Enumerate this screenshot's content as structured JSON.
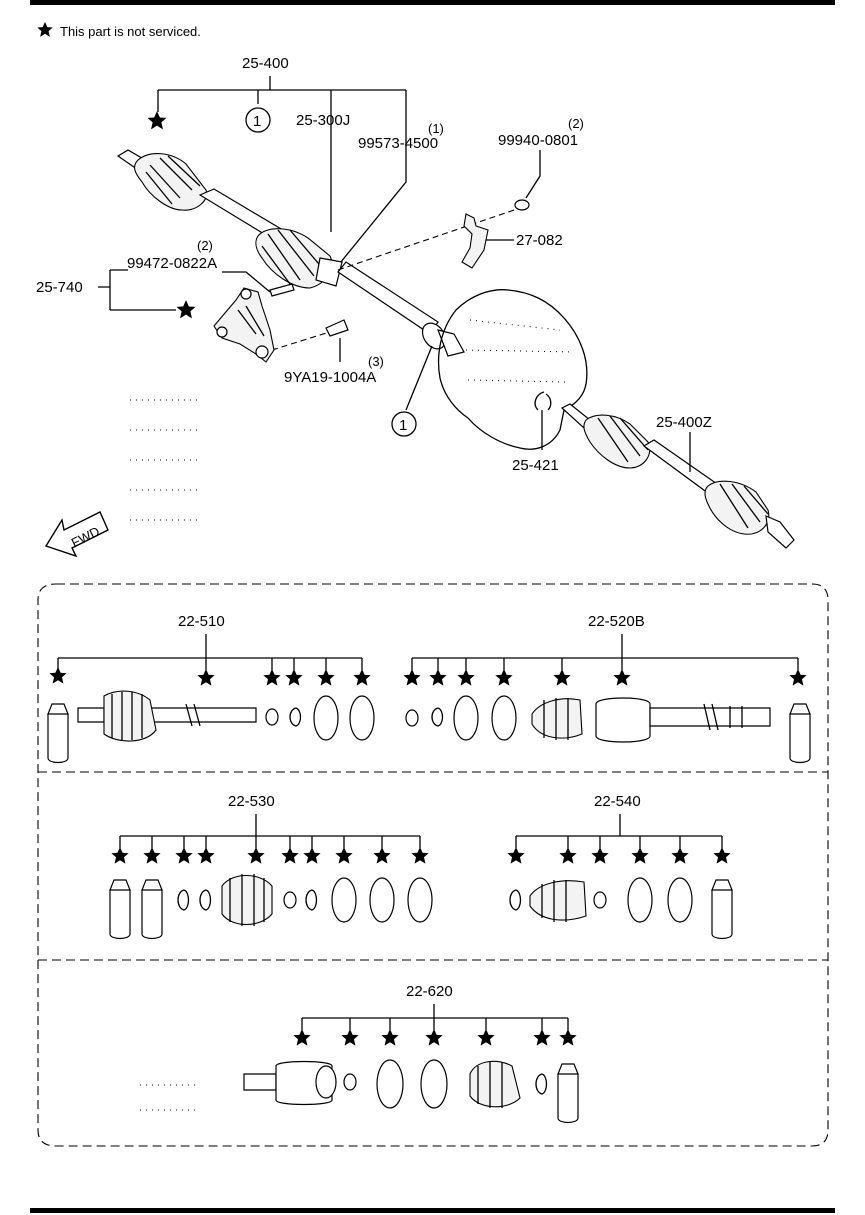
{
  "note": {
    "symbol": "★",
    "text": "This part is not serviced."
  },
  "direction": {
    "text": "FWD"
  },
  "circle_marker": "1",
  "callouts": {
    "c_25_400": "25-400",
    "c_25_300J": "25-300J",
    "c_99573_qty": "(1)",
    "c_99573": "99573-4500",
    "c_99940_qty": "(2)",
    "c_99940": "99940-0801",
    "c_27_082": "27-082",
    "c_99472_qty": "(2)",
    "c_99472": "99472-0822A",
    "c_25_740": "25-740",
    "c_9YA19_qty": "(3)",
    "c_9YA19": "9YA19-1004A",
    "c_25_421": "25-421",
    "c_25_400Z": "25-400Z"
  },
  "kits": [
    {
      "label": "22-510"
    },
    {
      "label": "22-520B"
    },
    {
      "label": "22-530"
    },
    {
      "label": "22-540"
    },
    {
      "label": "22-620"
    }
  ],
  "colors": {
    "ink": "#000000",
    "background": "#ffffff",
    "part_fill": "#f3f3f3"
  }
}
